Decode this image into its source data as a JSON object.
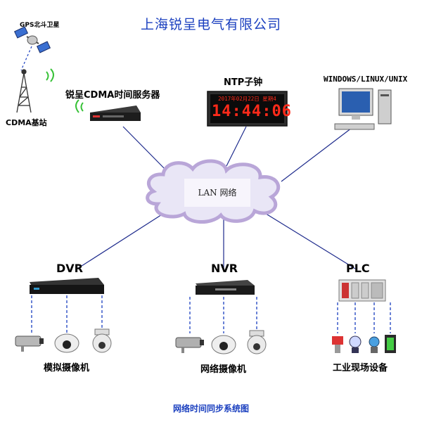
{
  "title": "上海锐呈电气有限公司",
  "caption": "网络时间同步系统图",
  "labels": {
    "gps": "GPS北斗卫星",
    "cdma_station": "CDMA基站",
    "server": "锐呈CDMA时间服务器",
    "ntp_clock": "NTP子钟",
    "os": "WINDOWS/LINUX/UNIX",
    "lan": "LAN 网络",
    "dvr": "DVR",
    "nvr": "NVR",
    "plc": "PLC",
    "analog_cam": "模拟摄像机",
    "network_cam": "网络摄像机",
    "industrial": "工业现场设备"
  },
  "clock": {
    "date_line": "2017年02月22日 星期4",
    "time": "14:44:06"
  },
  "colors": {
    "title_blue": "#1a3fbf",
    "clock_red": "#ff2a1a",
    "cloud_fill": "#e9e6f6",
    "cloud_border": "#b9a6d8",
    "link_blue": "#1d2a8c"
  }
}
